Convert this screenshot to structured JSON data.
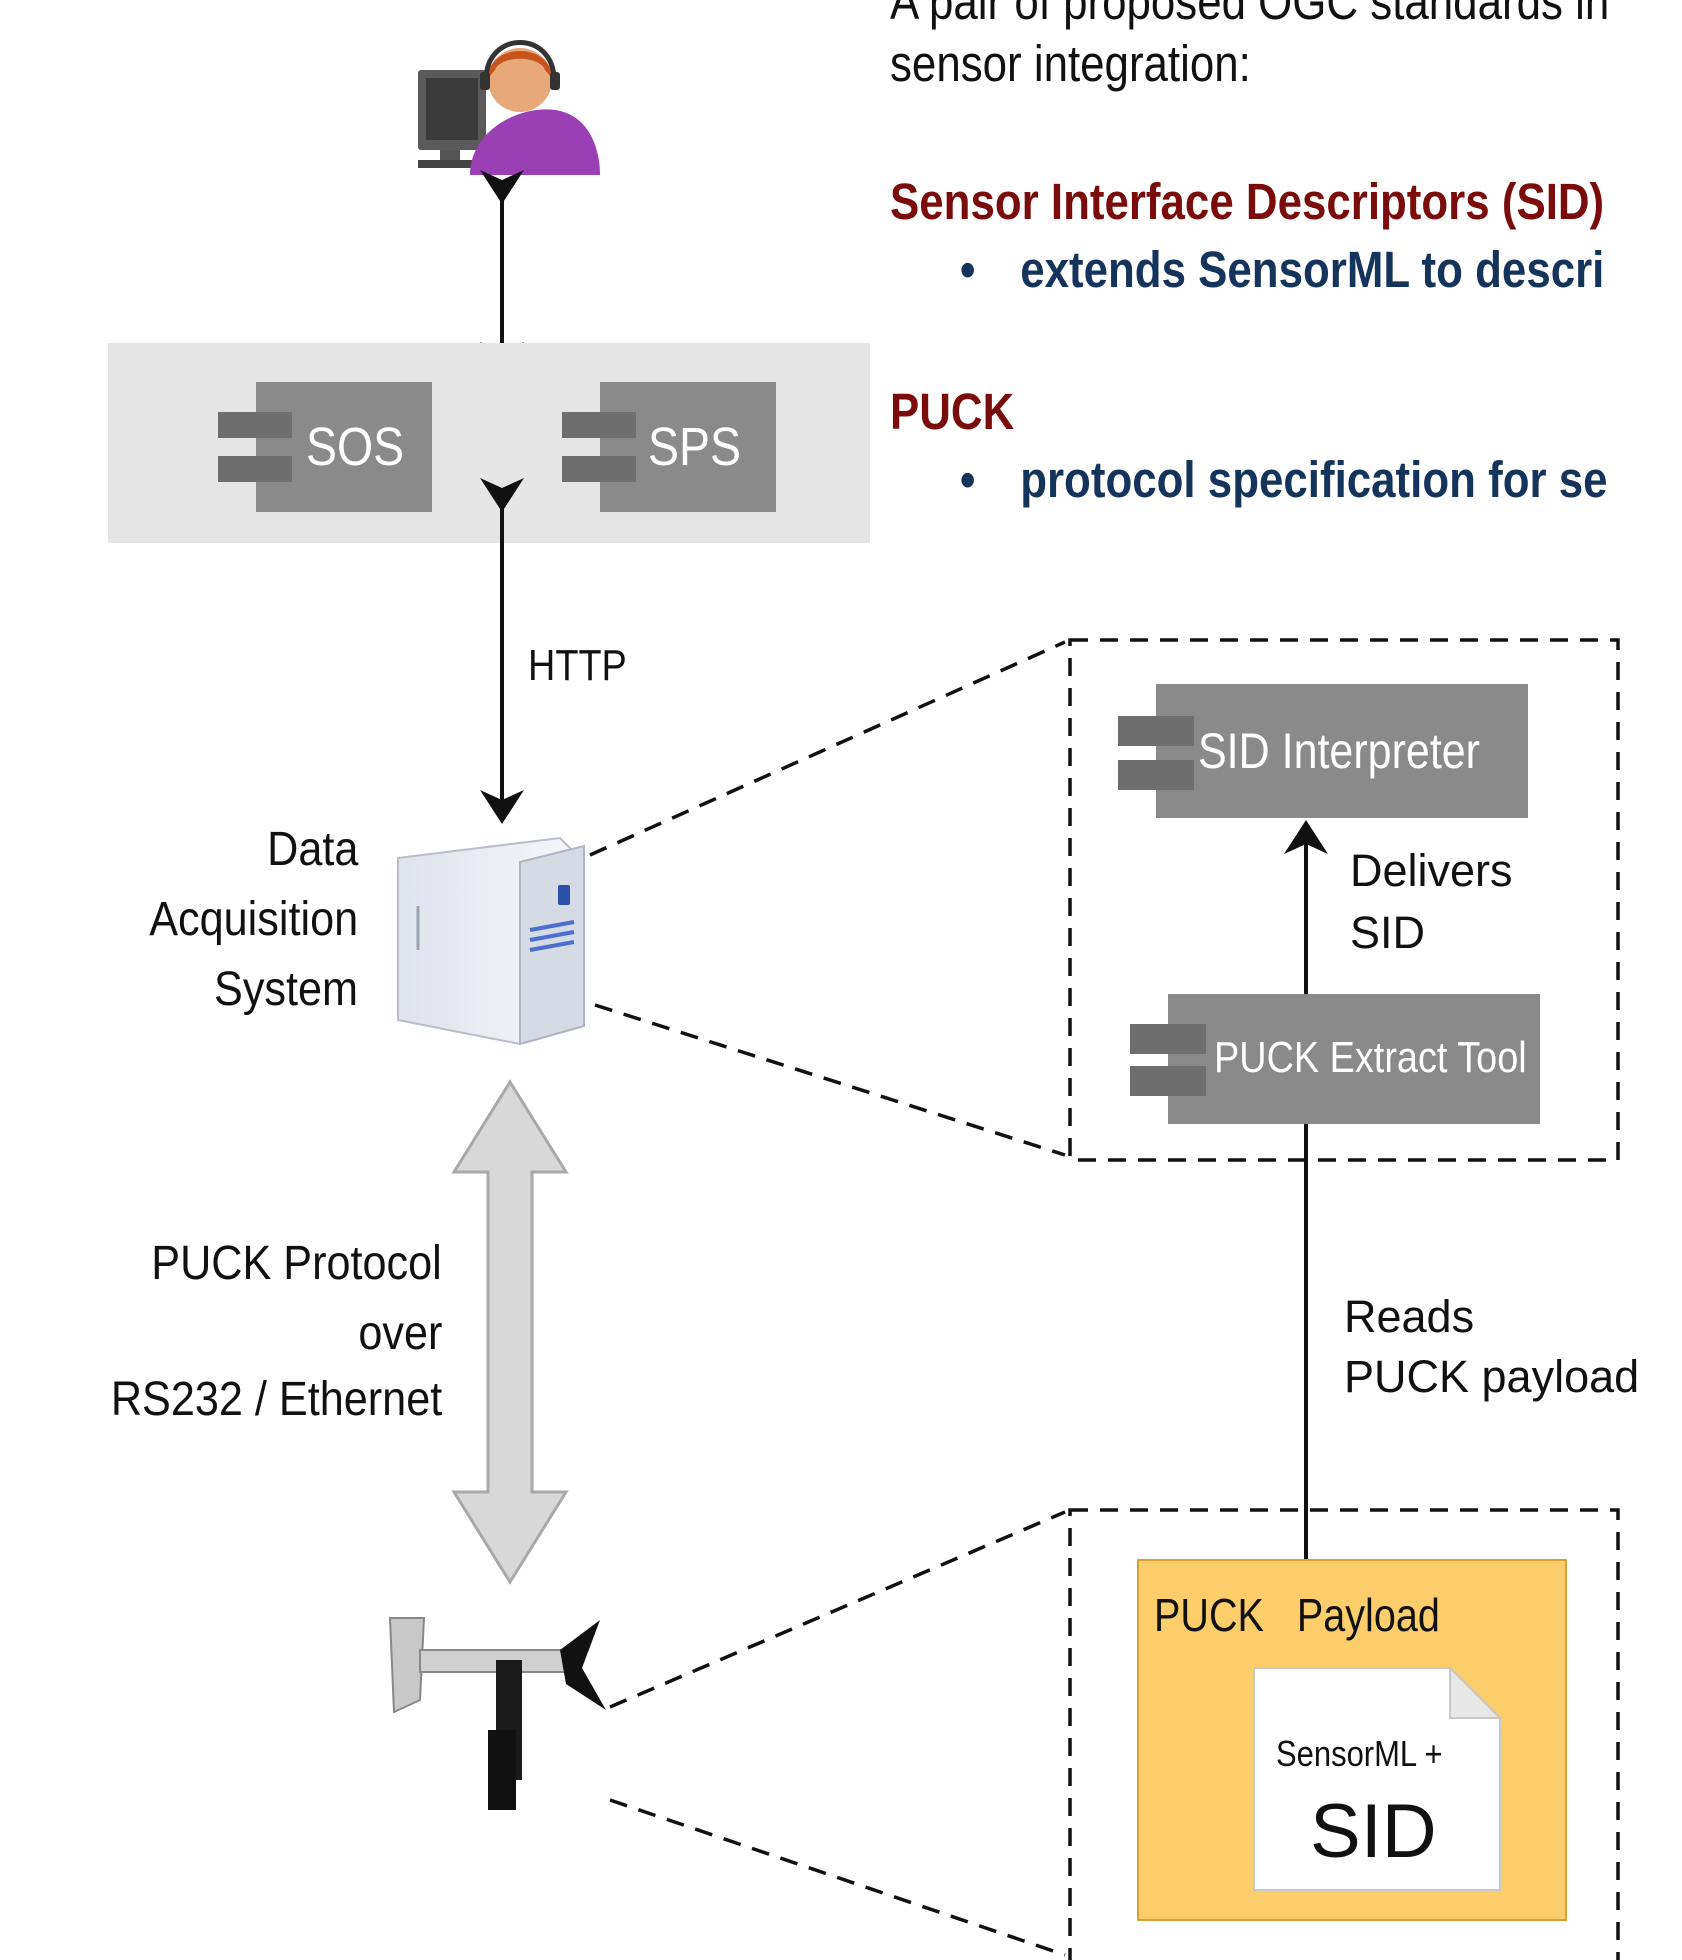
{
  "intro": {
    "line1": "A pair of proposed OGC standards in",
    "line2": "sensor integration:"
  },
  "sections": [
    {
      "heading": "Sensor Interface Descriptors (SID)",
      "bullet": "extends SensorML to descri"
    },
    {
      "heading": "PUCK",
      "bullet": "protocol specification for se"
    }
  ],
  "bullet_glyph": "•",
  "services": {
    "sos": "SOS",
    "sps": "SPS"
  },
  "http_label": "HTTP",
  "daq_label": [
    "Data",
    "Acquisition",
    "System"
  ],
  "puck_protocol_label": [
    "PUCK Protocol",
    "over",
    "RS232  / Ethernet"
  ],
  "sid_interpreter": "SID Interpreter",
  "puck_extract_tool": "PUCK Extract Tool",
  "delivers_label": [
    "Delivers",
    "SID"
  ],
  "reads_label": [
    "Reads",
    "PUCK payload"
  ],
  "payload_title": "PUCK   Payload",
  "document_label": {
    "line1": "SensorML +",
    "line2": "SID"
  },
  "icons": {
    "user": "operator-workstation-icon",
    "server": "server-tower-icon",
    "sensor": "anemometer-sensor-icon"
  },
  "colors": {
    "heading": "#7a0c0c",
    "bullet": "#14345c",
    "component_box": "#8a8a8a",
    "service_band": "#e6e6e6",
    "payload_fill": "#fbcd6b"
  }
}
